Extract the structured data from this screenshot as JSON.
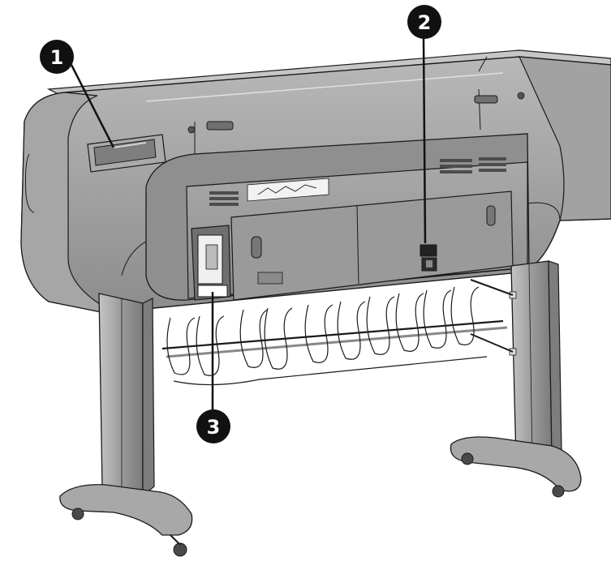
{
  "callouts": [
    {
      "id": "1",
      "label": "1"
    },
    {
      "id": "2",
      "label": "2"
    },
    {
      "id": "3",
      "label": "3"
    }
  ],
  "colors": {
    "body_gray": "#9a9a9a",
    "body_light": "#b3b3b3",
    "body_dark": "#6f6f6f",
    "outline": "#1a1a1a",
    "callout_fill": "#111111",
    "background": "#ffffff"
  }
}
